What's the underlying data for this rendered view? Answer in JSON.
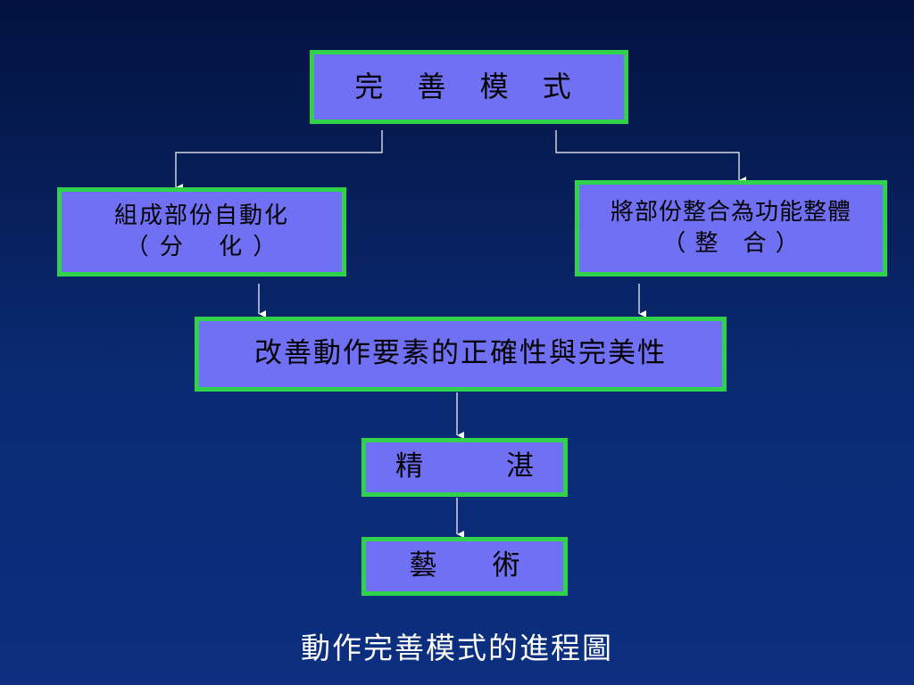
{
  "diagram": {
    "top_box": {
      "label": "完 善 模 式"
    },
    "left_box": {
      "line1": "組成部份自動化",
      "line2": "（ 分　 化 ）"
    },
    "right_box": {
      "line1": "將部份整合為功能整體",
      "line2": "（ 整　合 ）"
    },
    "middle_box": {
      "label": "改善動作要素的正確性與完美性"
    },
    "box_jingzhan": {
      "label": "精　　　湛"
    },
    "box_yishu": {
      "label": "藝　　術"
    },
    "caption": "動作完善模式的進程圖"
  },
  "colors": {
    "box_fill": "#7070f4",
    "box_border": "#2fd24a",
    "connector": "#ffffff",
    "caption_text": "#ffffff"
  }
}
